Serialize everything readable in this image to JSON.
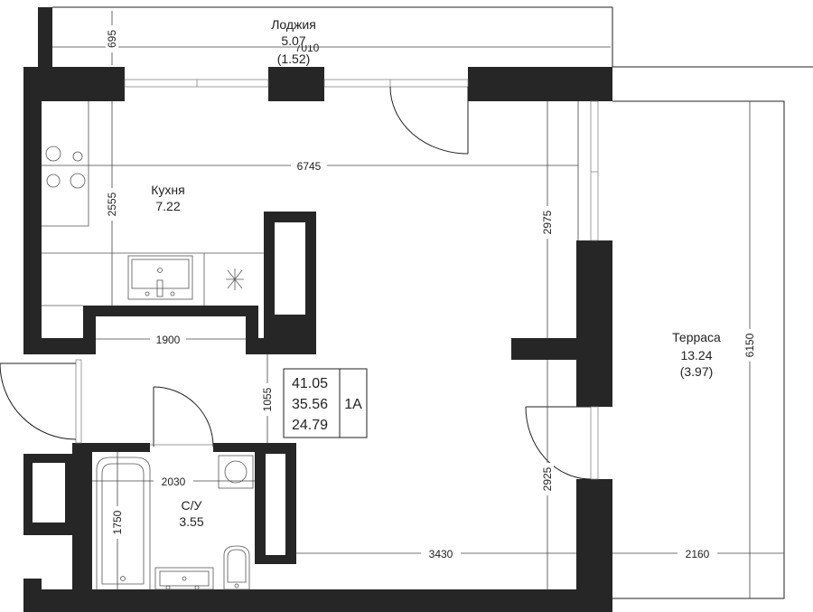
{
  "rooms": {
    "loggia": {
      "name": "Лоджия",
      "area": "5.07",
      "area_reduced": "(1.52)"
    },
    "kitchen": {
      "name": "Кухня",
      "area": "7.22"
    },
    "terrace": {
      "name": "Терраса",
      "area": "13.24",
      "area_reduced": "(3.97)"
    },
    "bathroom": {
      "name": "С/У",
      "area": "3.55"
    }
  },
  "summary": {
    "total": "41.05",
    "living": "35.56",
    "net": "24.79",
    "type": "1А"
  },
  "dimensions": {
    "loggia_depth": "695",
    "loggia_width": "7010",
    "apartment_width": "6745",
    "kitchen_depth": "2555",
    "right_upper": "2975",
    "hall_width": "1900",
    "hall_depth": "1055",
    "bath_width": "2030",
    "bath_depth": "1750",
    "room_width": "3430",
    "right_lower": "2925",
    "terrace_width": "2160",
    "terrace_depth": "6150"
  },
  "colors": {
    "wall": "#262626",
    "line": "#222222"
  }
}
